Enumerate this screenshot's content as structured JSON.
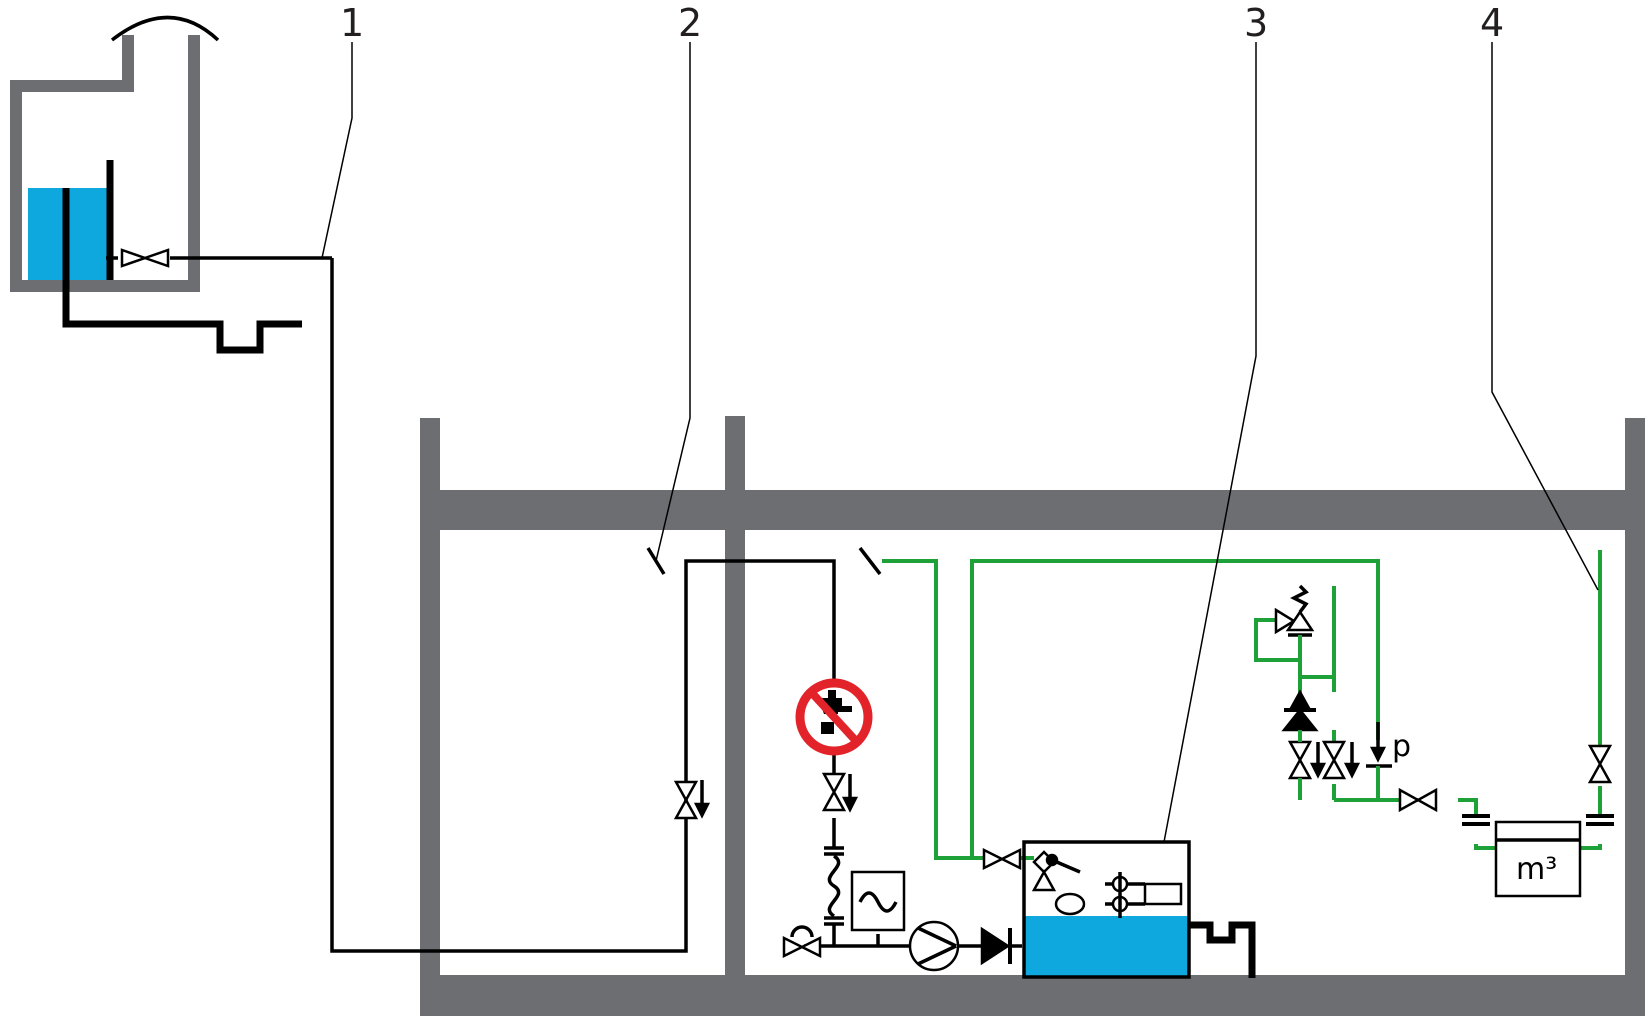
{
  "callouts": [
    "1",
    "2",
    "3",
    "4"
  ],
  "meter_label": "m³",
  "pressure_label": "p",
  "colors": {
    "wall": "#6d6e71",
    "water": "#0ea8df",
    "drinking_water_pipe": "#000000",
    "non_potable_pipe": "#1fa13a",
    "prohibition_sign": "#e3232a"
  },
  "icons": [
    "gate-valve-icon",
    "drain-valve-icon",
    "no-drinking-water-icon",
    "flexible-hose-icon",
    "pump-icon",
    "check-valve-icon",
    "float-valve-icon",
    "safety-valve-icon",
    "water-meter-icon",
    "pressure-gauge-icon"
  ]
}
